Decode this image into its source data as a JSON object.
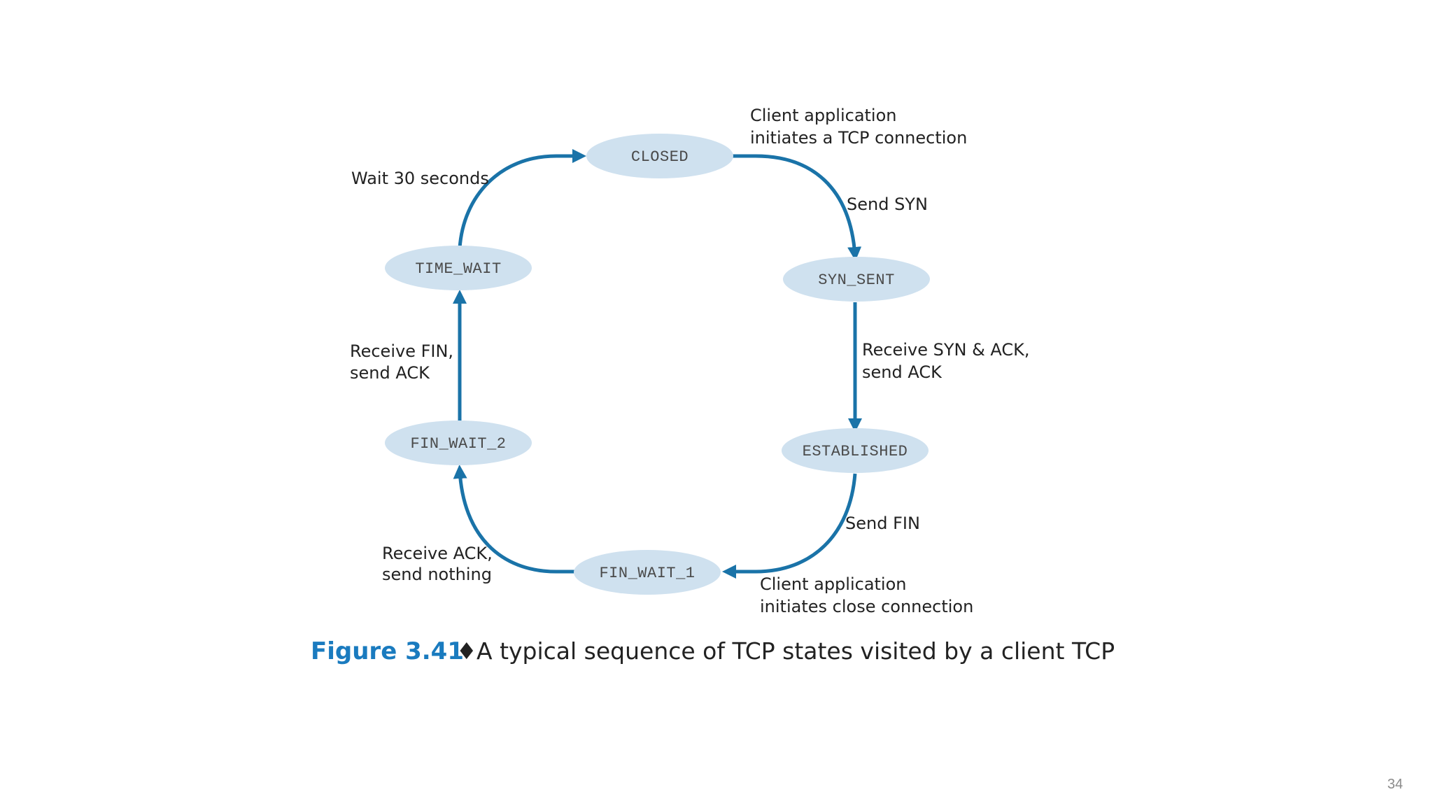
{
  "diagram": {
    "states": {
      "closed": "CLOSED",
      "syn_sent": "SYN_SENT",
      "established": "ESTABLISHED",
      "fin_wait_1": "FIN_WAIT_1",
      "fin_wait_2": "FIN_WAIT_2",
      "time_wait": "TIME_WAIT"
    },
    "labels": {
      "client_initiates_line1": "Client application",
      "client_initiates_line2": "initiates a TCP connection",
      "send_syn": "Send SYN",
      "receive_syn_ack_line1": "Receive SYN & ACK,",
      "receive_syn_ack_line2": "send ACK",
      "send_fin": "Send FIN",
      "client_close_line1": "Client application",
      "client_close_line2": "initiates close connection",
      "receive_ack_line1": "Receive ACK,",
      "receive_ack_line2": "send nothing",
      "receive_fin_line1": "Receive FIN,",
      "receive_fin_line2": "send ACK",
      "wait_30": "Wait 30 seconds"
    },
    "caption": {
      "figure": "Figure 3.41",
      "separator": "♦",
      "text": "A typical sequence of TCP states visited by a client TCP"
    }
  },
  "page_number": "34",
  "colors": {
    "arrow": "#1a73a8",
    "state_fill": "#cfe1ef",
    "caption_accent": "#1a7bbf"
  }
}
